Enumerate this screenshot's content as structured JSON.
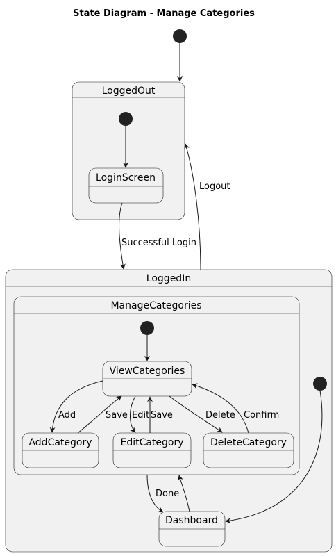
{
  "title": "State Diagram - Manage Categories",
  "states": {
    "logged_out": "LoggedOut",
    "login_screen": "LoginScreen",
    "logged_in": "LoggedIn",
    "manage_categories": "ManageCategories",
    "view_categories": "ViewCategories",
    "add_category": "AddCategory",
    "edit_category": "EditCategory",
    "delete_category": "DeleteCategory",
    "dashboard": "Dashboard"
  },
  "transitions": {
    "logout": "Logout",
    "successful_login": "Successful Login",
    "add": "Add",
    "save_add": "Save",
    "edit": "Edit",
    "save_edit": "Save",
    "delete": "Delete",
    "confirm": "Confirm",
    "done": "Done"
  },
  "colors": {
    "state_fill": "#f1f1f1",
    "stroke": "#181818",
    "initial_dot": "#222222"
  }
}
